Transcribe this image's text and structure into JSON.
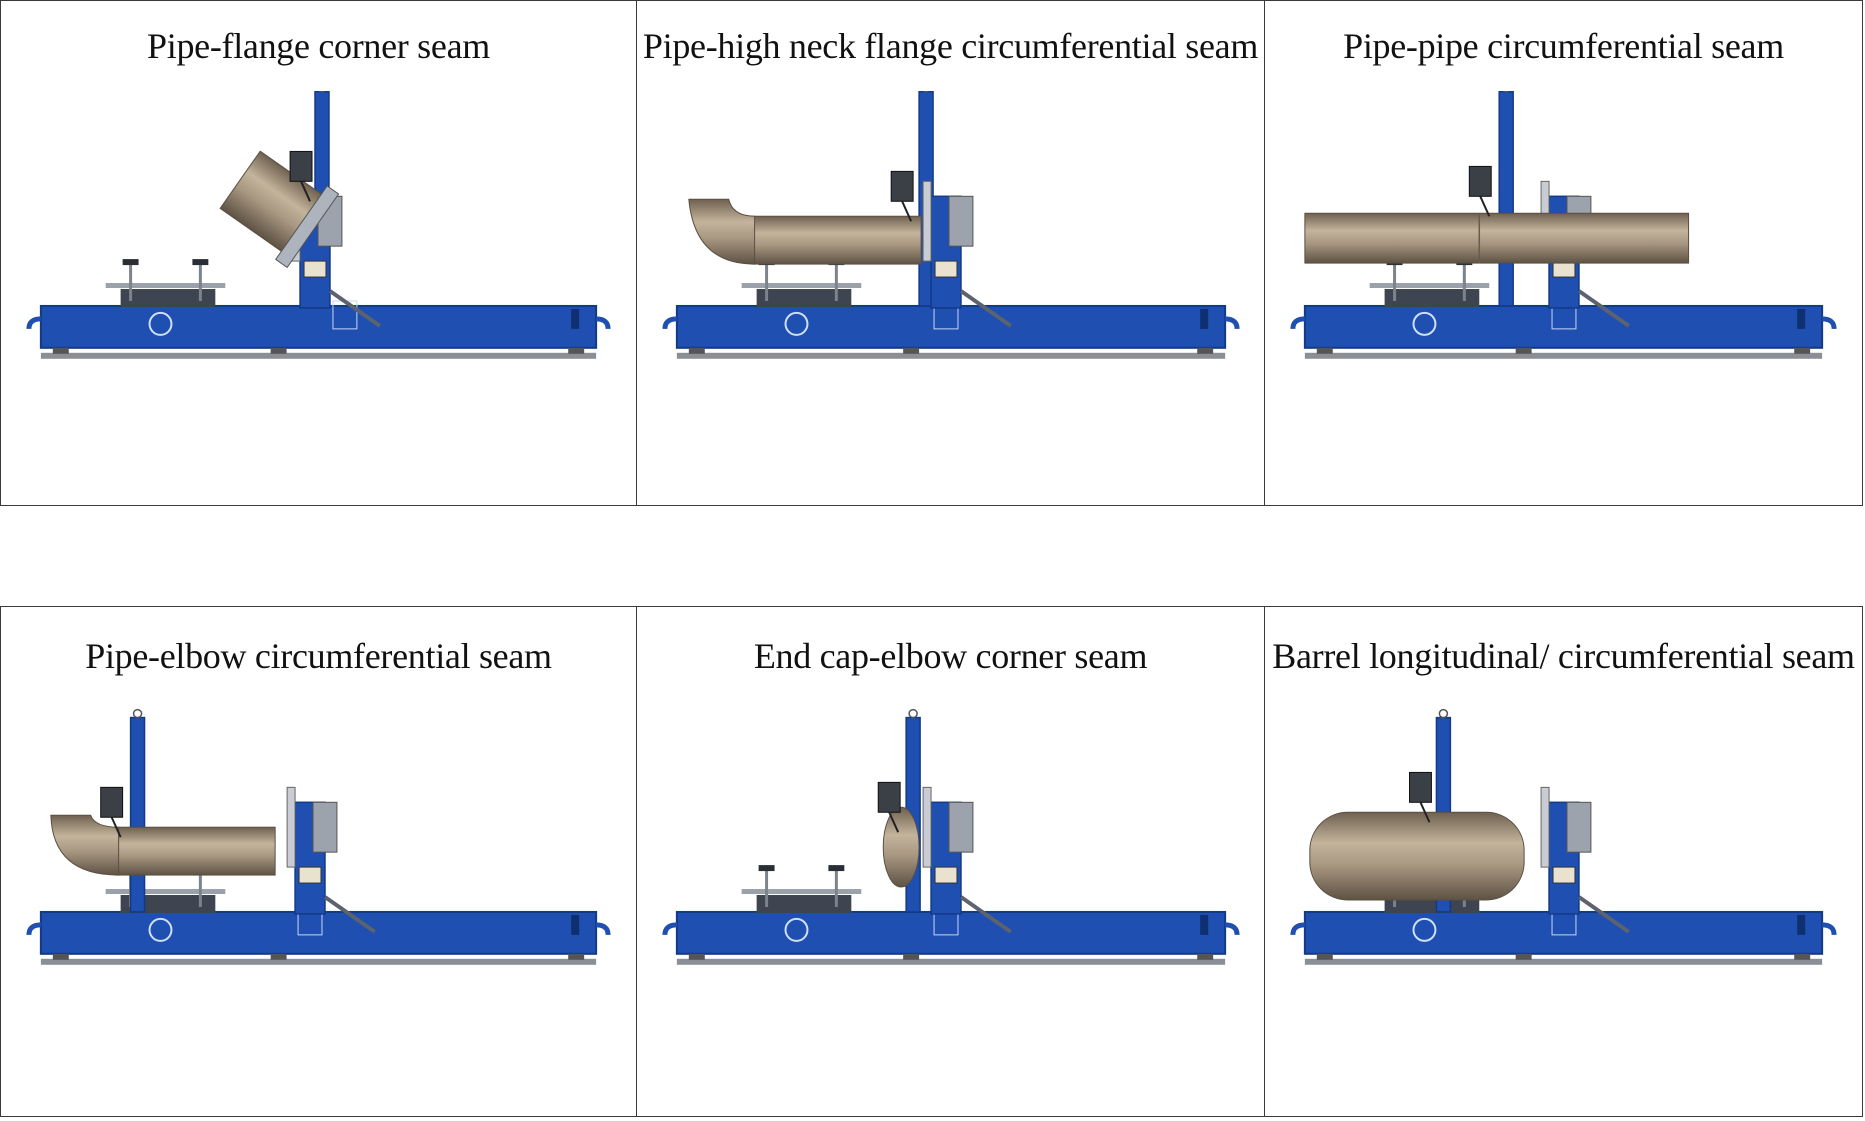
{
  "panels": [
    {
      "caption": "Pipe-flange corner seam",
      "workpiece": "angled-pipe",
      "unit_labels": {
        "plate_top": "",
        "plate_bottom": ""
      }
    },
    {
      "caption": "Pipe-high neck flange circumferential seam",
      "workpiece": "elbow-pipe"
    },
    {
      "caption": "Pipe-pipe circumferential seam",
      "workpiece": "long-pipe"
    },
    {
      "caption": "Pipe-elbow circumferential seam",
      "workpiece": "elbow-pipe-left"
    },
    {
      "caption": "End cap-elbow corner seam",
      "workpiece": "end-cap"
    },
    {
      "caption": "Barrel longitudinal/ circumferential seam",
      "workpiece": "barrel"
    }
  ],
  "colors": {
    "machine_blue": "#1f4fb0",
    "machine_dark": "#123a86",
    "pipe": "#a8977f",
    "pipe_shade": "#7d6e5c",
    "rail": "#8a8f96"
  }
}
